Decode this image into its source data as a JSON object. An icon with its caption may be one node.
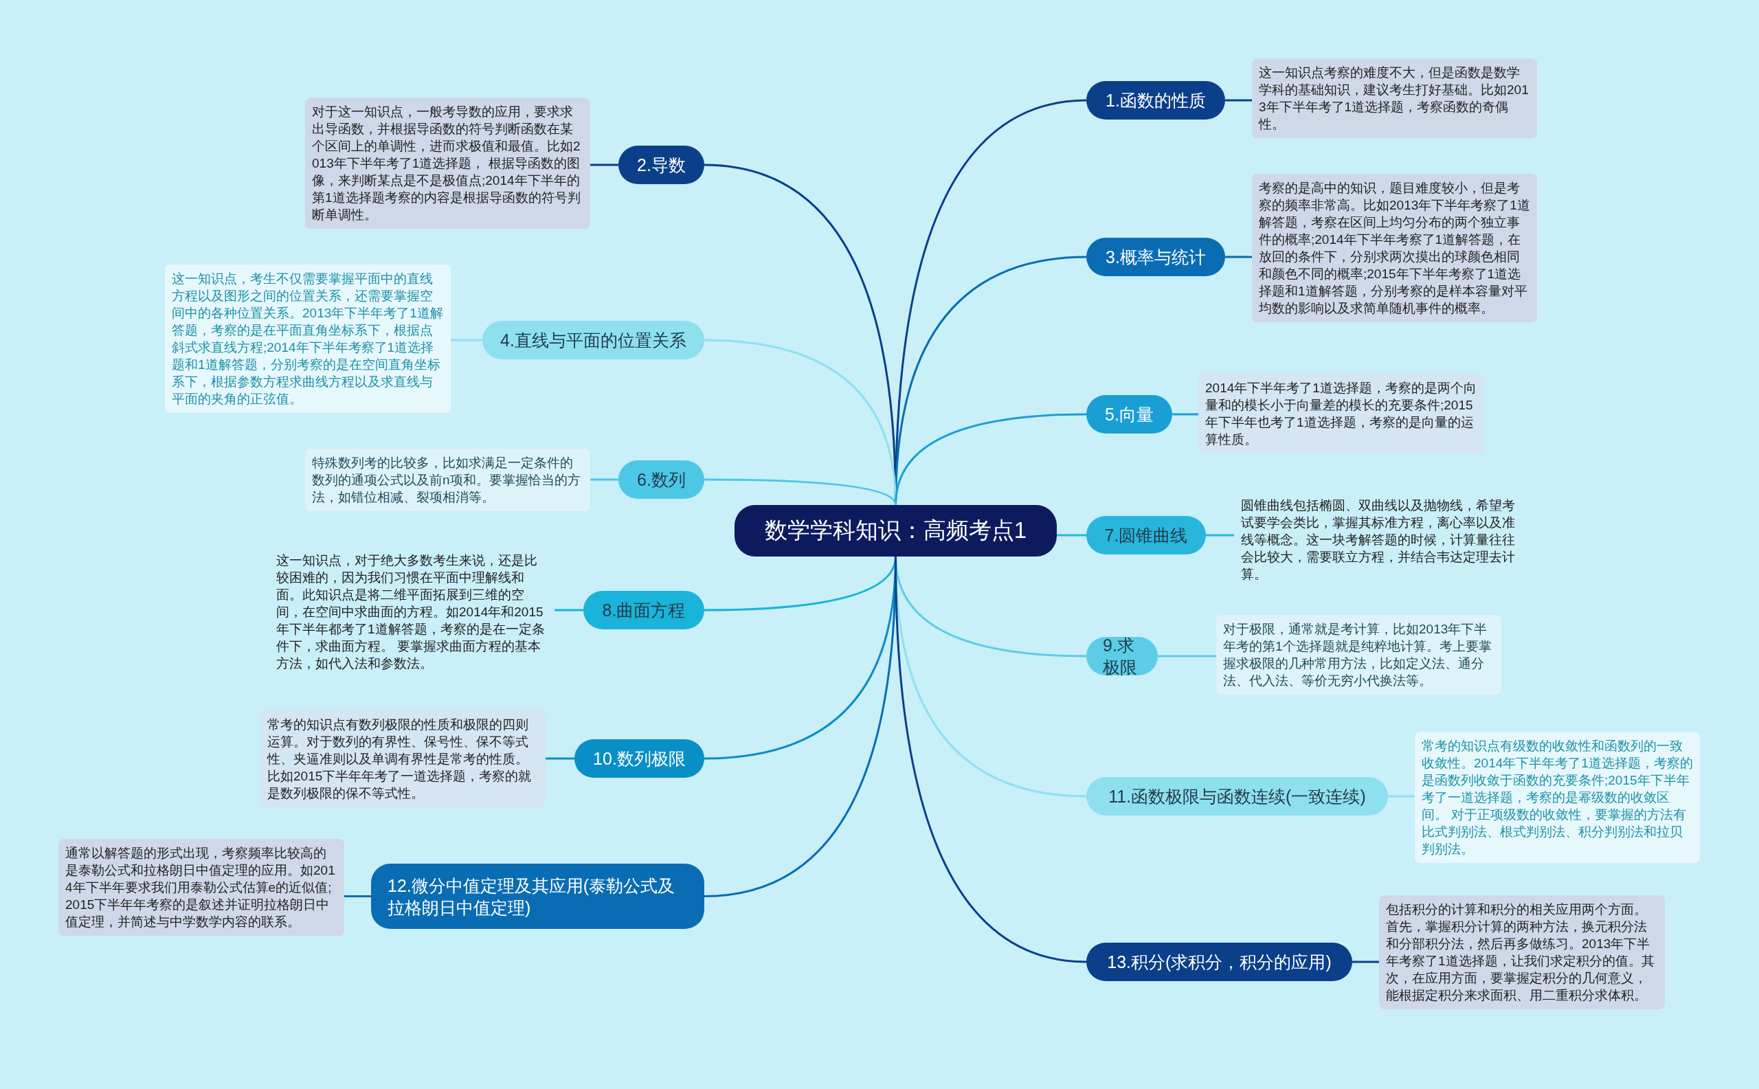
{
  "diagram": {
    "nodes": [
      {
        "text": [
          "数学学科知识：高频考点1"
        ]
      },
      {
        "text": [
          "1.函数的性质"
        ]
      },
      {
        "text": [
          "2.导数"
        ]
      },
      {
        "text": [
          "3.概率与统计"
        ]
      },
      {
        "text": [
          "4.直线与平面的位置关系"
        ]
      },
      {
        "text": [
          "5.向量"
        ]
      },
      {
        "text": [
          "6.数列"
        ]
      },
      {
        "text": [
          "7.圆锥曲线"
        ]
      },
      {
        "text": [
          "8.曲面方程"
        ]
      },
      {
        "text": [
          "9.求极限"
        ]
      },
      {
        "text": [
          "10.数列极限"
        ]
      },
      {
        "text": [
          "11.函数极限与函数连续(一致连续)"
        ]
      },
      {
        "text": [
          "12.微分中值定理及其应用(泰勒公式及拉格朗日中值定理)"
        ]
      },
      {
        "text": [
          "13.积分(求积分，积分的应用)"
        ]
      },
      {
        "text": [
          "这一知识点考察的难度不大，但是函数是数学学科的基础知识，建议考生打好基础。比如2013年下半年考了1道选择题，考察函数的奇偶性。"
        ]
      },
      {
        "text": [
          "对于这一知识点，一般考导数的应用，要求求出导函数，并根据导函数的符号判断函数在某个区间上的单调性，进而求极值和最值。比如2013年下半年考了1道选择题， 根据导函数的图像，来判断某点是不是极值点;2014年下半年的第1道选择题考察的内容是根据导函数的符号判断单调性。"
        ]
      },
      {
        "text": [
          "考察的是高中的知识，题目难度较小，但是考察的频率非常高。比如2013年下半年考察了1道解答题，考察在区间上均匀分布的两个独立事件的概率;2014年下半年考察了1道解答题，在放回的条件下，分别求两次摸出的球颜色相同和颜色不同的概率;2015年下半年考察了1道选择题和1道解答题，分别考察的是样本容量对平均数的影响以及求简单随机事件的概率。"
        ]
      },
      {
        "text": [
          "这一知识点，考生不仅需要掌握平面中的直线方程以及图形之间的位置关系，还需要掌握空间中的各种位置关系。2013年下半年考了1道解答题，考察的是在平面直角坐标系下，根据点斜式求直线方程;2014年下半年考察了1道选择题和1道解答题，分别考察的是在空间直角坐标系下，根据参数方程求曲线方程以及求直线与平面的夹角的正弦值。"
        ]
      },
      {
        "text": [
          "2014年下半年考了1道选择题，考察的是两个向量和的模长小于向量差的模长的充要条件;2015年下半年也考了1道选择题，考察的是向量的运算性质。"
        ]
      },
      {
        "text": [
          "特殊数列考的比较多，比如求满足一定条件的数列的通项公式以及前n项和。要掌握恰当的方法，如错位相减、裂项相消等。"
        ]
      },
      {
        "text": [
          "圆锥曲线包括椭圆、双曲线以及抛物线，希望考试要学会类比，掌握其标准方程，离心率以及准线等概念。这一块考解答题的时候，计算量往往会比较大，需要联立方程，并结合韦达定理去计算。"
        ]
      },
      {
        "text": [
          "这一知识点，对于绝大多数考生来说，还是比较困难的，因为我们习惯在平面中理解线和面。此知识点是将二维平面拓展到三维的空间，在空间中求曲面的方程。如2014年和2015年下半年都考了1道解答题，考察的是在一定条件下，求曲面方程。 要掌握求曲面方程的基本方法，如代入法和参数法。"
        ]
      },
      {
        "text": [
          "对于极限，通常就是考计算，比如2013年下半年考的第1个选择题就是纯粹地计算。考上要掌握求极限的几种常用方法，比如定义法、通分法、代入法、等价无穷小代换法等。"
        ]
      },
      {
        "text": [
          "常考的知识点有数列极限的性质和极限的四则运算。对于数列的有界性、保号性、保不等式性、夹逼准则以及单调有界性是常考的性质。比如2015下半年年考了一道选择题，考察的就是数列极限的保不等式性。"
        ]
      },
      {
        "text": [
          "常考的知识点有级数的收敛性和函数列的一致收敛性。2014年下半年考了1道选择题，考察的是函数列收敛于函数的充要条件;2015年下半年考了一道选择题，考察的是幂级数的收敛区间。 对于正项级数的收敛性，要掌握的方法有比式判别法、根式判别法、积分判别法和拉贝判别法。"
        ]
      },
      {
        "text": [
          "通常以解答题的形式出现，考察频率比较高的是泰勒公式和拉格朗日中值定理的应用。如2014年下半年要求我们用泰勒公式估算e的近似值;2015下半年年考察的是叙述并证明拉格朗日中值定理，并简述与中学数学内容的联系。"
        ]
      },
      {
        "text": [
          "包括积分的计算和积分的相关应用两个方面。首先，掌握积分计算的两种方法，换元积分法和分部积分法，然后再多做练习。2013年下半年考察了1道选择题，让我们求定积分的值。其次，在应用方面，要掌握定积分的几何意义，能根据定积分来求面积、用二重积分求体积。"
        ]
      }
    ],
    "edges": [
      {
        "from": 0,
        "to": 1,
        "arrow": "none",
        "color": "#0b3f8a"
      },
      {
        "from": 0,
        "to": 2,
        "arrow": "none",
        "color": "#0b3f8a"
      },
      {
        "from": 0,
        "to": 3,
        "arrow": "none",
        "color": "#0a6db3"
      },
      {
        "from": 0,
        "to": 4,
        "arrow": "none",
        "color": "#8fe0ef"
      },
      {
        "from": 0,
        "to": 5,
        "arrow": "none",
        "color": "#1a9fd4"
      },
      {
        "from": 0,
        "to": 6,
        "arrow": "none",
        "color": "#4cc8e6"
      },
      {
        "from": 0,
        "to": 7,
        "arrow": "none",
        "color": "#28b6dc"
      },
      {
        "from": 0,
        "to": 8,
        "arrow": "none",
        "color": "#1ab3da"
      },
      {
        "from": 0,
        "to": 9,
        "arrow": "none",
        "color": "#5ccde6"
      },
      {
        "from": 0,
        "to": 10,
        "arrow": "none",
        "color": "#0a8ec6"
      },
      {
        "from": 0,
        "to": 11,
        "arrow": "none",
        "color": "#8fe0ef"
      },
      {
        "from": 0,
        "to": 12,
        "arrow": "none",
        "color": "#0a6db3"
      },
      {
        "from": 0,
        "to": 13,
        "arrow": "none",
        "color": "#0b3f8a"
      },
      {
        "from": 1,
        "to": 14,
        "arrow": "none",
        "color": "#0b3f8a"
      },
      {
        "from": 2,
        "to": 15,
        "arrow": "none",
        "color": "#0b3f8a"
      },
      {
        "from": 3,
        "to": 16,
        "arrow": "none",
        "color": "#0a6db3"
      },
      {
        "from": 4,
        "to": 17,
        "arrow": "none",
        "color": "#8fe0ef"
      },
      {
        "from": 5,
        "to": 18,
        "arrow": "none",
        "color": "#1a9fd4"
      },
      {
        "from": 6,
        "to": 19,
        "arrow": "none",
        "color": "#4cc8e6"
      },
      {
        "from": 7,
        "to": 20,
        "arrow": "none",
        "color": "#28b6dc"
      },
      {
        "from": 8,
        "to": 21,
        "arrow": "none",
        "color": "#1ab3da"
      },
      {
        "from": 9,
        "to": 22,
        "arrow": "none",
        "color": "#5ccde6"
      },
      {
        "from": 10,
        "to": 23,
        "arrow": "none",
        "color": "#0a8ec6"
      },
      {
        "from": 11,
        "to": 24,
        "arrow": "none",
        "color": "#8fe0ef"
      },
      {
        "from": 12,
        "to": 25,
        "arrow": "none",
        "color": "#0a6db3"
      },
      {
        "from": 13,
        "to": 26,
        "arrow": "none",
        "color": "#0b3f8a"
      }
    ]
  }
}
